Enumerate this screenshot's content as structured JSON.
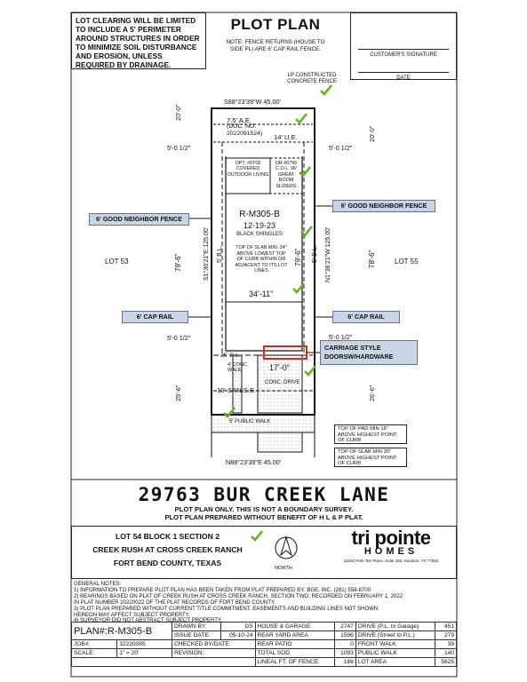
{
  "header": {
    "clearing_note": "LOT CLEARING WILL BE LIMITED TO INCLUDE A 5' PERIMETER AROUND STRUCTURES IN ORDER TO MINIMIZE SOIL DISTURBANCE AND EROSION, UNLESS REQUIRED BY DRAINAGE.",
    "title": "PLOT PLAN",
    "fence_note": "NOTE: FENCE RETURNS (HOUSE TO SIDE PL) ARE 6' CAP RAIL FENCE.",
    "signature_label": "CUSTOMER'S SIGNATURE",
    "date_label": "DATE"
  },
  "plan": {
    "top_bearing": "S88°23'39\"W",
    "top_dist": "45.00'",
    "bottom_bearing": "N88°23'39\"E",
    "bottom_dist": "45.00'",
    "left_bearing": "S1°36'21\"E",
    "left_dist": "125.00'",
    "right_bearing": "N1°36'21\"W",
    "right_dist": "125.00'",
    "lp_fence": "LP CONSTRUCTED CONCRETE FENCE",
    "ae_label": "7.5' A.E.",
    "doc_no": "(DOC. NO. 2022091524)",
    "ue_label": "14' U.E.",
    "rear_setback_left": "20'-0\"",
    "rear_setback_right": "20'-0\"",
    "side_left_rear": "5'-0 1/2\"",
    "side_right_rear": "5'-0 1/2\"",
    "opt_living": "OPT. #0T05 COVERED OUTDOOR LIVING",
    "opt_sliders": "OR #0795 C.O.L. W/ GREAT ROOM SLIDERS",
    "left_fence": "6' GOOD NEIGHBOR FENCE",
    "right_fence": "6' GOOD NEIGHBOR FENCE",
    "plan_name": "R-M305-B",
    "plan_date": "12-19-23",
    "roof": "BLACK SHINGLES",
    "slab_note": "TOP OF SLAB MIN. 24\" ABOVE LOWEST TOP OF CURB WITHIN OR ADJACENT TO ITS LOT LINES",
    "lot_left": "LOT 53",
    "lot_right": "LOT 55",
    "depth_left": "79'-6\"",
    "depth_right": "78'-6\"",
    "house_depth": "79'-6\"",
    "bl_left": "5' B.L.",
    "bl_right": "5' B.L.",
    "house_width": "34'-11\"",
    "cap_rail_left": "6' CAP RAIL",
    "cap_rail_right": "6' CAP RAIL",
    "side_left_front": "5'-0 1/2\"",
    "side_right_front": "5'-0 1/2\"",
    "carriage": "CARRIAGE STYLE DOORSW/HARDWARE",
    "front_bl": "25' B.L.",
    "conc_walk": "4' CONC. WALK",
    "drive_width": "17'-0\"",
    "conc_drive": "CONC. DRIVE",
    "front_left": "25'-6\"",
    "front_right": "26'-6\"",
    "san_se": "10' SAN.S.E.",
    "public_walk": "5' PUBLIC WALK",
    "pad_note": "TOP OF PAD MIN 18\" ABOVE HIGHEST POINT OF CURB",
    "slab_note2": "TOP OF SLAB MIN 30\" ABOVE HIGHEST POINT OF CURB"
  },
  "address": "29763 BUR CREEK LANE",
  "disclaimer_1": "PLOT PLAN ONLY.  THIS IS NOT A BOUNDARY SURVEY.",
  "disclaimer_2": "PLOT PLAN PREPARED WITHOUT BENEFIT OF H L & P PLAT.",
  "lot_info": {
    "line1": "LOT 54   BLOCK 1   SECTION 2",
    "line2": "CREEK RUSH AT CROSS CREEK RANCH",
    "line3": "FORT BEND COUNTY, TEXAS",
    "north": "NORTH"
  },
  "brand": {
    "name": "tri pointe",
    "sub": "HOMES",
    "address": "16340 Park Ten Place, Suite 250, Houston, TX 77084"
  },
  "general_notes": [
    "GENERAL NOTES:",
    "1) INFORMATION TO PREPARE PLOT PLAN HAS BEEN TAKEN FROM PLAT PREPARED BY: BGE, INC. (281) 558-8700",
    "2) BEARINGS BASED ON PLAT OF CREEK RUSH AT CROSS CREEK RANCH, SECTION TWO, RECORDED ON FEBRUARY 1, 2022",
    "   IN PLAT NUMBER 20220022 OF THE PLAT RECORDS OF FORT BEND COUNTY.",
    "3) PLOT PLAN PREPARED WITHOUT CURRENT TITLE COMMITMENT.  EASEMENTS AND BUILDING LINES NOT SHOWN",
    "   HEREON MAY AFFECT SUBJECT PROPERTY.",
    "4) SURVEYOR DID NOT ABSTRACT SUBJECT PROPERTY."
  ],
  "table": {
    "plan_no": "PLAN#:R-M305-B",
    "job_label": "JOB#:",
    "job": "32220085",
    "scale_label": "SCALE:",
    "scale": "1\" = 20'",
    "drawn_by_label": "DRAWN BY:",
    "drawn_by": "DS",
    "issue_label": "ISSUE DATE:",
    "issue": "05-10-24",
    "checked_label": "CHECKED BY/DATE:",
    "revision_label": "REVISION:",
    "r1": [
      "HOUSE & GARAGE",
      "2747",
      "DRIVE (P.L. to Garage)",
      "451"
    ],
    "r2": [
      "REAR YARD AREA",
      "1596",
      "DRIVE (Street to P.L.)",
      "279"
    ],
    "r3": [
      "REAR PATIO",
      "0",
      "FRONT WALK",
      "39"
    ],
    "r4": [
      "TOTAL SOD",
      "1093",
      "PUBLIC WALK",
      "140"
    ],
    "r5": [
      "LINEAL FT. OF FENCE",
      "188",
      "LOT AREA",
      "5625"
    ]
  },
  "colors": {
    "accent_green": "#5ab520",
    "blue_box": "#c9d5e4",
    "red_box": "#e0261e"
  }
}
